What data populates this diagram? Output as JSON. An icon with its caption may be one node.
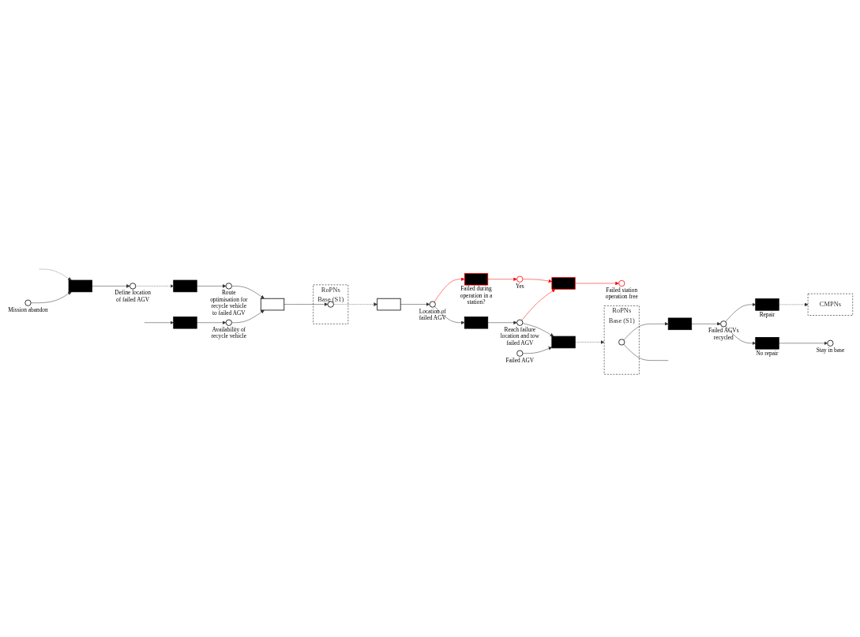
{
  "diagram": {
    "nodes": [
      {
        "text": [],
        "shape": "circle",
        "beside": [
          "Failed station operation free"
        ]
      },
      {
        "text": [],
        "shape": "bar"
      },
      {
        "text": [],
        "shape": "circle",
        "beside": [
          "Yes"
        ]
      },
      {
        "text": [],
        "shape": "bar",
        "beside": [
          "Failed during operation in a station?"
        ]
      },
      {
        "text": [],
        "shape": "circle",
        "beside": [
          "Availability of recycle vehicle"
        ]
      },
      {
        "text": [],
        "shape": "circle",
        "beside": [
          "Mission abandon"
        ]
      },
      {
        "text": [],
        "shape": "bar"
      },
      {
        "text": [],
        "shape": "circle",
        "beside": [
          "Define location of failed AGV"
        ]
      },
      {
        "text": [],
        "shape": "bar"
      },
      {
        "text": [],
        "shape": "circle",
        "beside": [
          "Route optimisation for recycle vehicle to failed AGV"
        ]
      },
      {
        "text": [],
        "shape": "bar"
      },
      {
        "text": [
          "RoPNs",
          "Base (S1)"
        ]
      },
      {
        "text": [],
        "shape": "circle",
        "in": 11
      },
      {
        "text": [],
        "shape": "bar"
      },
      {
        "text": [],
        "shape": "circle",
        "beside": [
          "Location of failed AGV"
        ]
      },
      {
        "text": [],
        "shape": "bar"
      },
      {
        "text": [],
        "shape": "circle",
        "beside": [
          "Reach failure location and tow failed AGV"
        ]
      },
      {
        "text": [],
        "shape": "circle",
        "beside": [
          "Failed AGV"
        ]
      },
      {
        "text": [],
        "shape": "bar"
      },
      {
        "text": [
          "CMPNs"
        ]
      },
      {
        "text": [],
        "shape": "bar",
        "beside": [
          "Repair"
        ]
      },
      {
        "text": [],
        "shape": "circle",
        "beside": [
          "Failed AGVs recycled"
        ]
      },
      {
        "text": [],
        "shape": "bar"
      },
      {
        "text": [
          "RoPNs",
          "Base (S1)"
        ]
      },
      {
        "text": [],
        "shape": "circle",
        "in": 23
      },
      {
        "text": [],
        "shape": "circle",
        "beside": [
          "Stay in base"
        ]
      },
      {
        "text": [],
        "shape": "bar",
        "beside": [
          "No repair"
        ]
      },
      {
        "text": [],
        "shape": "bar"
      }
    ],
    "edges": [
      {
        "from": 1,
        "to": 0,
        "arrow": "to",
        "color": "#ff0000"
      },
      {
        "from": 2,
        "to": 1,
        "arrow": "to",
        "color": "#ff0000"
      },
      {
        "from": 3,
        "to": 2,
        "arrow": "to",
        "color": "#ff0000"
      },
      {
        "from": 14,
        "to": 3,
        "arrow": "to",
        "color": "#ff0000"
      },
      {
        "from": 16,
        "to": 1,
        "arrow": "to",
        "color": "#ff0000"
      },
      {
        "from": 27,
        "to": 4,
        "arrow": "to"
      },
      {
        "from": null,
        "to": 27,
        "arrow": "to"
      },
      {
        "from": 4,
        "to": 10,
        "arrow": "to"
      },
      {
        "from": null,
        "to": 6,
        "arrow": "to",
        "style": "dashed"
      },
      {
        "from": 5,
        "to": 6,
        "arrow": "to"
      },
      {
        "from": 6,
        "to": 7,
        "arrow": "to"
      },
      {
        "from": 7,
        "to": 8,
        "arrow": "to",
        "style": "dashed"
      },
      {
        "from": 8,
        "to": 9,
        "arrow": "to"
      },
      {
        "from": 9,
        "to": 10,
        "arrow": "to"
      },
      {
        "from": 10,
        "to": 12,
        "arrow": "to"
      },
      {
        "from": 12,
        "to": 13,
        "arrow": "to",
        "style": "dashed"
      },
      {
        "from": 13,
        "to": 14,
        "arrow": "to"
      },
      {
        "from": 14,
        "to": 15,
        "arrow": "to"
      },
      {
        "from": 15,
        "to": 16,
        "arrow": "to"
      },
      {
        "from": 16,
        "to": 18,
        "arrow": "to"
      },
      {
        "from": 17,
        "to": 18,
        "arrow": "to"
      },
      {
        "from": 18,
        "to": 23,
        "arrow": "to",
        "style": "dashed"
      },
      {
        "from": 24,
        "to": 22,
        "arrow": "to"
      },
      {
        "from": 22,
        "to": 21,
        "arrow": "to"
      },
      {
        "from": 21,
        "to": 20,
        "arrow": "to"
      },
      {
        "from": 21,
        "to": 26,
        "arrow": "to"
      },
      {
        "from": 20,
        "to": 19,
        "arrow": "to",
        "style": "dashed"
      },
      {
        "from": 26,
        "to": 25,
        "arrow": "to"
      },
      {
        "from": 24,
        "to": null,
        "arrow": "none"
      }
    ]
  }
}
